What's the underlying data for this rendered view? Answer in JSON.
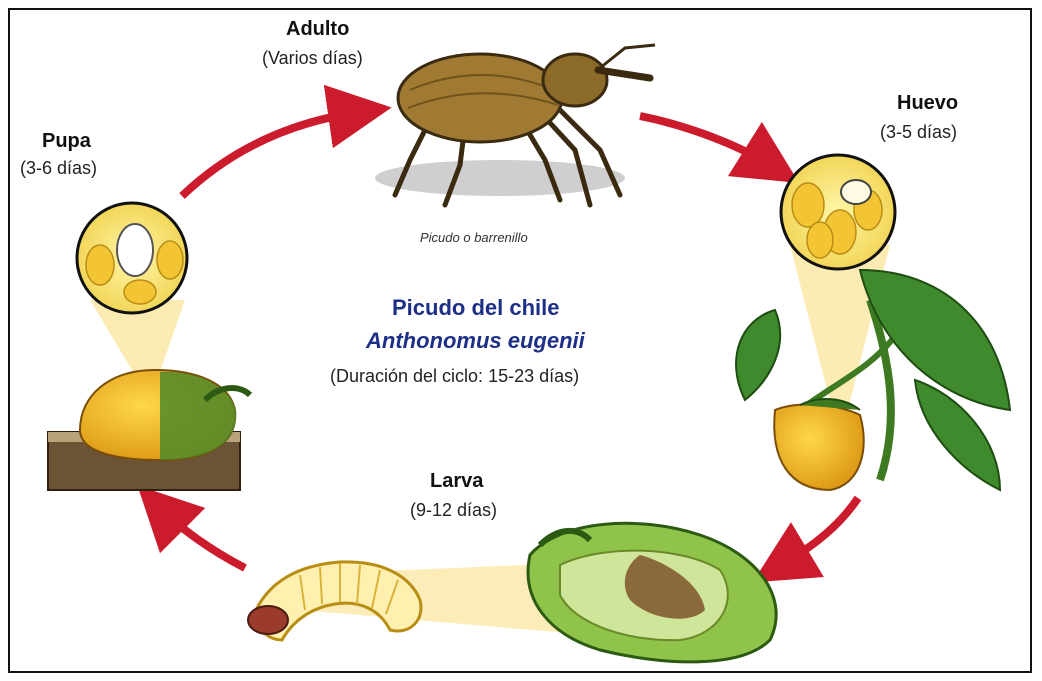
{
  "diagram": {
    "title": "Picudo del chile",
    "species": "Anthonomus eugenii",
    "cycle_duration": "(Duración del ciclo: 15-23 días)",
    "stages": {
      "adult": {
        "name": "Adulto",
        "duration": "(Varios días)",
        "caption": "Picudo o barrenillo"
      },
      "egg": {
        "name": "Huevo",
        "duration": "(3-5 días)"
      },
      "larva": {
        "name": "Larva",
        "duration": "(9-12 días)"
      },
      "pupa": {
        "name": "Pupa",
        "duration": "(3-6 días)"
      }
    },
    "colors": {
      "arrow": "#cc1b2c",
      "title_blue": "#1d2f86",
      "pepper_yellow": "#f2b21a",
      "pepper_green": "#5f9a2e",
      "leaf_green": "#3f8a2c",
      "weevil_brown": "#a07a33",
      "soil_brown": "#6b5436"
    }
  }
}
